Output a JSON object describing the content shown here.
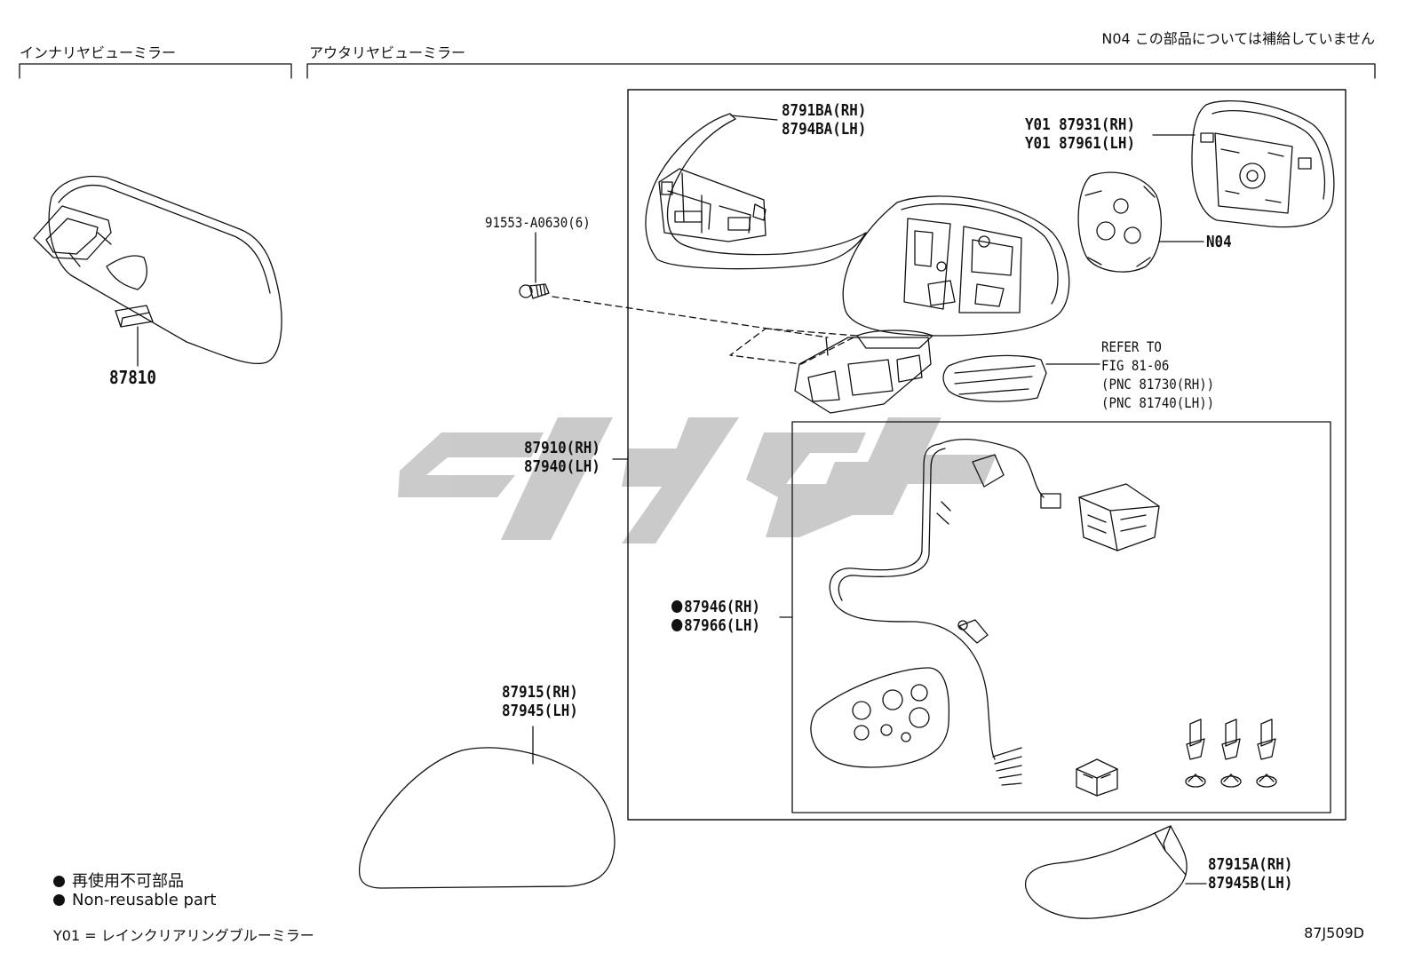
{
  "headers": {
    "inner_mirror": "インナリヤビューミラー",
    "outer_mirror": "アウタリヤビューミラー",
    "supply_note": "N04 この部品については補給していません"
  },
  "parts": {
    "inner_mirror": "87810",
    "screw": "91553-A0630(6)",
    "frame_rh": "8791BA(RH)",
    "frame_lh": "8794BA(LH)",
    "glass_rh": "Y01 87931(RH)",
    "glass_lh": "Y01 87961(LH)",
    "motor": "N04",
    "refer_1": "REFER TO",
    "refer_2": "FIG 81-06",
    "refer_3": "(PNC 81730(RH))",
    "refer_4": "(PNC 81740(LH))",
    "assy_rh": "87910(RH)",
    "assy_lh": "87940(LH)",
    "harness_rh": "87946(RH)",
    "harness_lh": "87966(LH)",
    "cover_rh": "87915(RH)",
    "cover_lh": "87945(LH)",
    "lower_cover_rh": "87915A(RH)",
    "lower_cover_lh": "87945B(LH)"
  },
  "legend": {
    "non_reusable_ja": "再使用不可部品",
    "non_reusable_en": "Non-reusable part",
    "y01_note": "Y01 = レインクリアリングブルーミラー"
  },
  "figure_code": "87J509D"
}
